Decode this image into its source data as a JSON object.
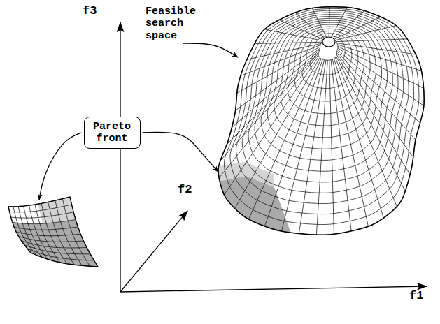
{
  "diagram": {
    "nodes": [
      {
        "text": [
          "Pareto front"
        ]
      }
    ],
    "labels": [
      "f3",
      "f2",
      "f1",
      "Feasible search space"
    ]
  }
}
